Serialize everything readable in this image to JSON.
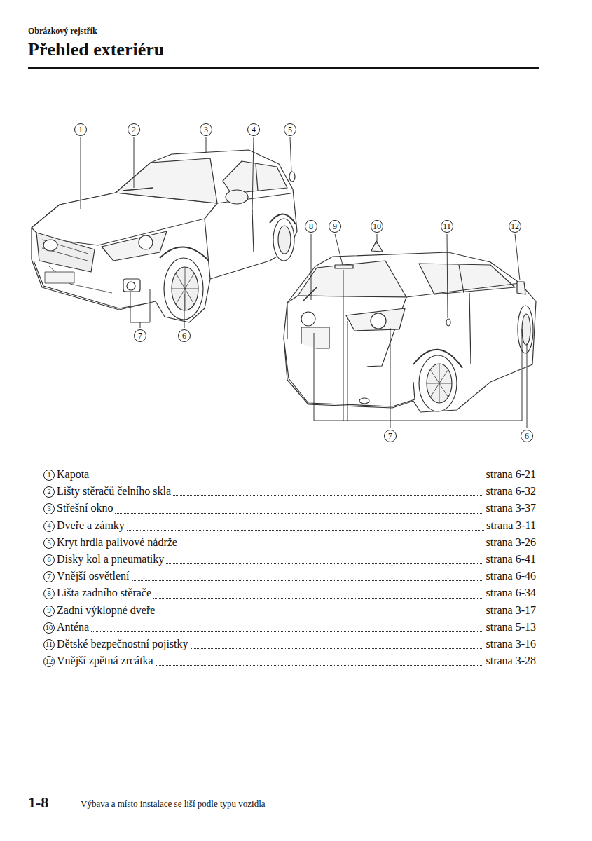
{
  "diagram": {
    "title": "Přehled exteriéru",
    "nodes": [
      {
        "text": [
          "1"
        ]
      },
      {
        "text": [
          "2"
        ]
      },
      {
        "text": [
          "3"
        ]
      },
      {
        "text": [
          "4"
        ]
      },
      {
        "text": [
          "5"
        ]
      },
      {
        "text": [
          "8"
        ]
      },
      {
        "text": [
          "9"
        ]
      },
      {
        "text": [
          "10"
        ]
      },
      {
        "text": [
          "11"
        ]
      },
      {
        "text": [
          "12"
        ]
      },
      {
        "text": [
          "7"
        ]
      },
      {
        "text": [
          "6"
        ]
      },
      {
        "text": [
          "7"
        ]
      },
      {
        "text": [
          "6"
        ]
      },
      {
        "text": [
          "1"
        ]
      },
      {
        "text": [
          "2"
        ]
      },
      {
        "text": [
          "3"
        ]
      },
      {
        "text": [
          "4"
        ]
      },
      {
        "text": [
          "5"
        ]
      },
      {
        "text": [
          "6"
        ]
      },
      {
        "text": [
          "7"
        ]
      },
      {
        "text": [
          "8"
        ]
      },
      {
        "text": [
          "9"
        ]
      },
      {
        "text": [
          "10"
        ]
      },
      {
        "text": [
          "11"
        ]
      },
      {
        "text": [
          "12"
        ]
      }
    ],
    "labels": [
      "Obrázkový rejstřík",
      "Kapota",
      "strana 6-21",
      "Lišty stěračů čelního skla",
      "strana 6-32",
      "Střešní okno",
      "strana 3-37",
      "Dveře a zámky",
      "strana 3-11",
      "Kryt hrdla palivové nádrže",
      "strana 3-26",
      "Disky kol a pneumatiky",
      "strana 6-41",
      "Vnější osvětlení",
      "strana 6-46",
      "Lišta zadního stěrače",
      "strana 6-34",
      "Zadní výklopné dveře",
      "strana 3-17",
      "Anténa",
      "strana 5-13",
      "Dětské bezpečnostní pojistky",
      "strana 3-16",
      "Vnější zpětná zrcátka",
      "strana 3-28",
      "1-8",
      "Výbava a místo instalace se liší podle typu vozidla"
    ]
  }
}
